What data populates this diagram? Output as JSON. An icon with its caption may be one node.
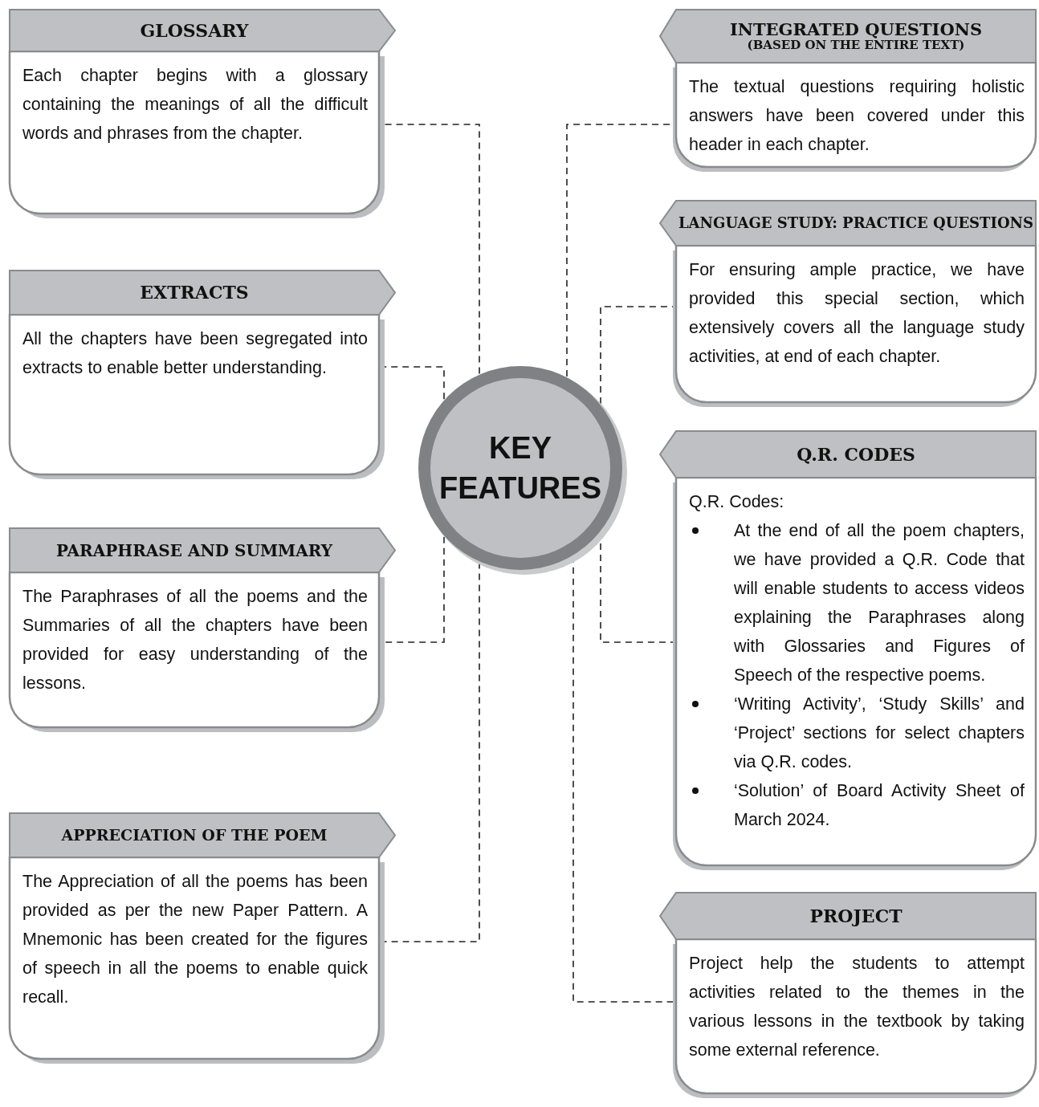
{
  "diagram": {
    "nodes": [
      {
        "text": [
          "KEY FEATURES"
        ]
      },
      {
        "text": [
          "GLOSSARY",
          "Each chapter begins with a glossary containing the meanings of all the difficult words and phrases from the chapter."
        ]
      },
      {
        "text": [
          "EXTRACTS",
          "All the chapters have been segregated into extracts to enable better understanding."
        ]
      },
      {
        "text": [
          "PARAPHRASE AND SUMMARY",
          "The Paraphrases of all the poems and the Summaries of all the chapters have been provided for easy understanding of the lessons."
        ]
      },
      {
        "text": [
          "APPRECIATION OF THE POEM",
          "The Appreciation of all the poems has been provided as per the new Paper Pattern. A Mnemonic has been created for the figures of speech in all the poems to enable quick recall."
        ]
      },
      {
        "text": [
          "INTEGRATED QUESTIONS",
          "(BASED ON THE ENTIRE TEXT)",
          "The textual questions requiring holistic answers have been covered under this header in each chapter."
        ]
      },
      {
        "text": [
          "LANGUAGE STUDY: PRACTICE QUESTIONS",
          "For ensuring ample practice, we have provided this special section, which extensively covers all the language study activities, at end of each chapter."
        ]
      },
      {
        "text": [
          "Q.R. CODES",
          "Q.R. Codes:",
          "At the end of all the poem chapters, we have provided a Q.R. Code that will enable students to access videos explaining the Paraphrases along with Glossaries and Figures of Speech of the respective poems.",
          "‘Writing Activity’, ‘Study Skills’ and ‘Project’ sections for select chapters via Q.R. codes.",
          "‘Solution’ of Board Activity Sheet of March 2024."
        ]
      },
      {
        "text": [
          "PROJECT",
          "Project help the students to attempt activities related to the themes in the various lessons in the textbook by taking some external reference."
        ]
      }
    ],
    "edges": [
      {
        "from": 0,
        "to": 1,
        "arrow": "none",
        "style": "dashed"
      },
      {
        "from": 0,
        "to": 2,
        "arrow": "none",
        "style": "dashed"
      },
      {
        "from": 0,
        "to": 3,
        "arrow": "none",
        "style": "dashed"
      },
      {
        "from": 0,
        "to": 4,
        "arrow": "none",
        "style": "dashed"
      },
      {
        "from": 0,
        "to": 5,
        "arrow": "none",
        "style": "dashed"
      },
      {
        "from": 0,
        "to": 6,
        "arrow": "none",
        "style": "dashed"
      },
      {
        "from": 0,
        "to": 7,
        "arrow": "none",
        "style": "dashed"
      },
      {
        "from": 0,
        "to": 8,
        "arrow": "none",
        "style": "dashed"
      }
    ]
  }
}
